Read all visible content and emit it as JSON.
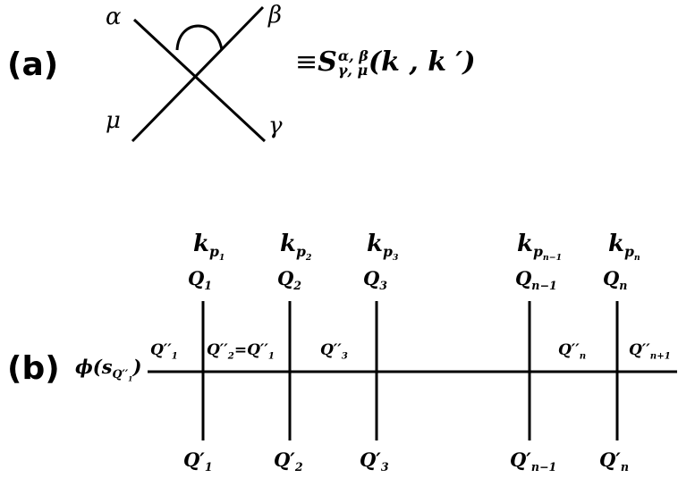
{
  "panel_a": {
    "label": "(a)",
    "legs": {
      "top_left": "α",
      "top_right": "β",
      "bottom_left": "μ",
      "bottom_right": "γ"
    },
    "equation": {
      "prefix": "≡",
      "symbol": "S",
      "superscript": "α, β",
      "subscript": "γ, μ",
      "args": "(k , k ′)"
    }
  },
  "panel_b": {
    "label": "(b)",
    "phi": {
      "main": "ϕ(s",
      "sub_q": "Q",
      "sub_prime": "′′",
      "sub_index": "1",
      "close": ")"
    },
    "top_k": [
      {
        "k": "k",
        "p": "p",
        "idx": "1"
      },
      {
        "k": "k",
        "p": "p",
        "idx": "2"
      },
      {
        "k": "k",
        "p": "p",
        "idx": "3"
      },
      {
        "k": "k",
        "p": "p",
        "idx": "n−1"
      },
      {
        "k": "k",
        "p": "p",
        "idx": "n"
      }
    ],
    "top_q": [
      {
        "q": "Q",
        "idx": "1"
      },
      {
        "q": "Q",
        "idx": "2"
      },
      {
        "q": "Q",
        "idx": "3"
      },
      {
        "q": "Q",
        "idx": "n−1"
      },
      {
        "q": "Q",
        "idx": "n"
      }
    ],
    "horizontal_labels": [
      {
        "text": "Q′′",
        "idx": "1"
      },
      {
        "text": "Q′′",
        "idx": "2",
        "eq": "=Q′′",
        "eq_idx": "1"
      },
      {
        "text": "Q′′",
        "idx": "3"
      },
      {
        "text": "Q′′",
        "idx": "n"
      },
      {
        "text": "Q′′",
        "idx": "n+1"
      }
    ],
    "bottom_q": [
      {
        "q": "Q′",
        "idx": "1"
      },
      {
        "q": "Q′",
        "idx": "2"
      },
      {
        "q": "Q′",
        "idx": "3"
      },
      {
        "q": "Q′",
        "idx": "n−1"
      },
      {
        "q": "Q′",
        "idx": "n"
      }
    ]
  }
}
